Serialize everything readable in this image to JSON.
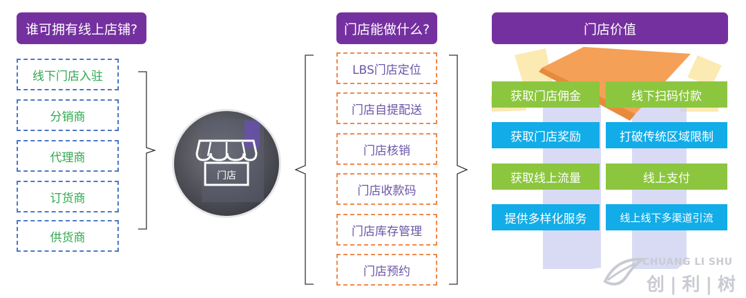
{
  "left": {
    "title": "谁可拥有线上店铺?",
    "items": [
      "线下门店入驻",
      "分销商",
      "代理商",
      "订货商",
      "供货商"
    ]
  },
  "center": {
    "store_label": "门店"
  },
  "middle": {
    "title": "门店能做什么?",
    "items": [
      "LBS门店定位",
      "门店自提配送",
      "门店核销",
      "门店收款码",
      "门店库存管理",
      "门店预约"
    ]
  },
  "right": {
    "title": "门店价值",
    "tiles": [
      [
        "获取门店佣金",
        "线下扫码付款"
      ],
      [
        "获取门店奖励",
        "打破传统区域限制"
      ],
      [
        "获取线上流量",
        "线上支付"
      ],
      [
        "提供多样化服务",
        "线上线下多渠道引流"
      ]
    ]
  },
  "watermark": {
    "en": "CHUANG LI SHU",
    "cn": "创|利|树"
  },
  "colors": {
    "header_purple": "#7530a0",
    "blue_dash": "#4a76c4",
    "left_text_green": "#2fa84f",
    "orange_dash": "#f0884a",
    "middle_text_purple": "#6a55a6",
    "tile_green": "#8cc63f",
    "tile_cyan": "#12ace8",
    "roof_orange": "#f5a057",
    "ray_yellow": "#fbe6a6"
  }
}
